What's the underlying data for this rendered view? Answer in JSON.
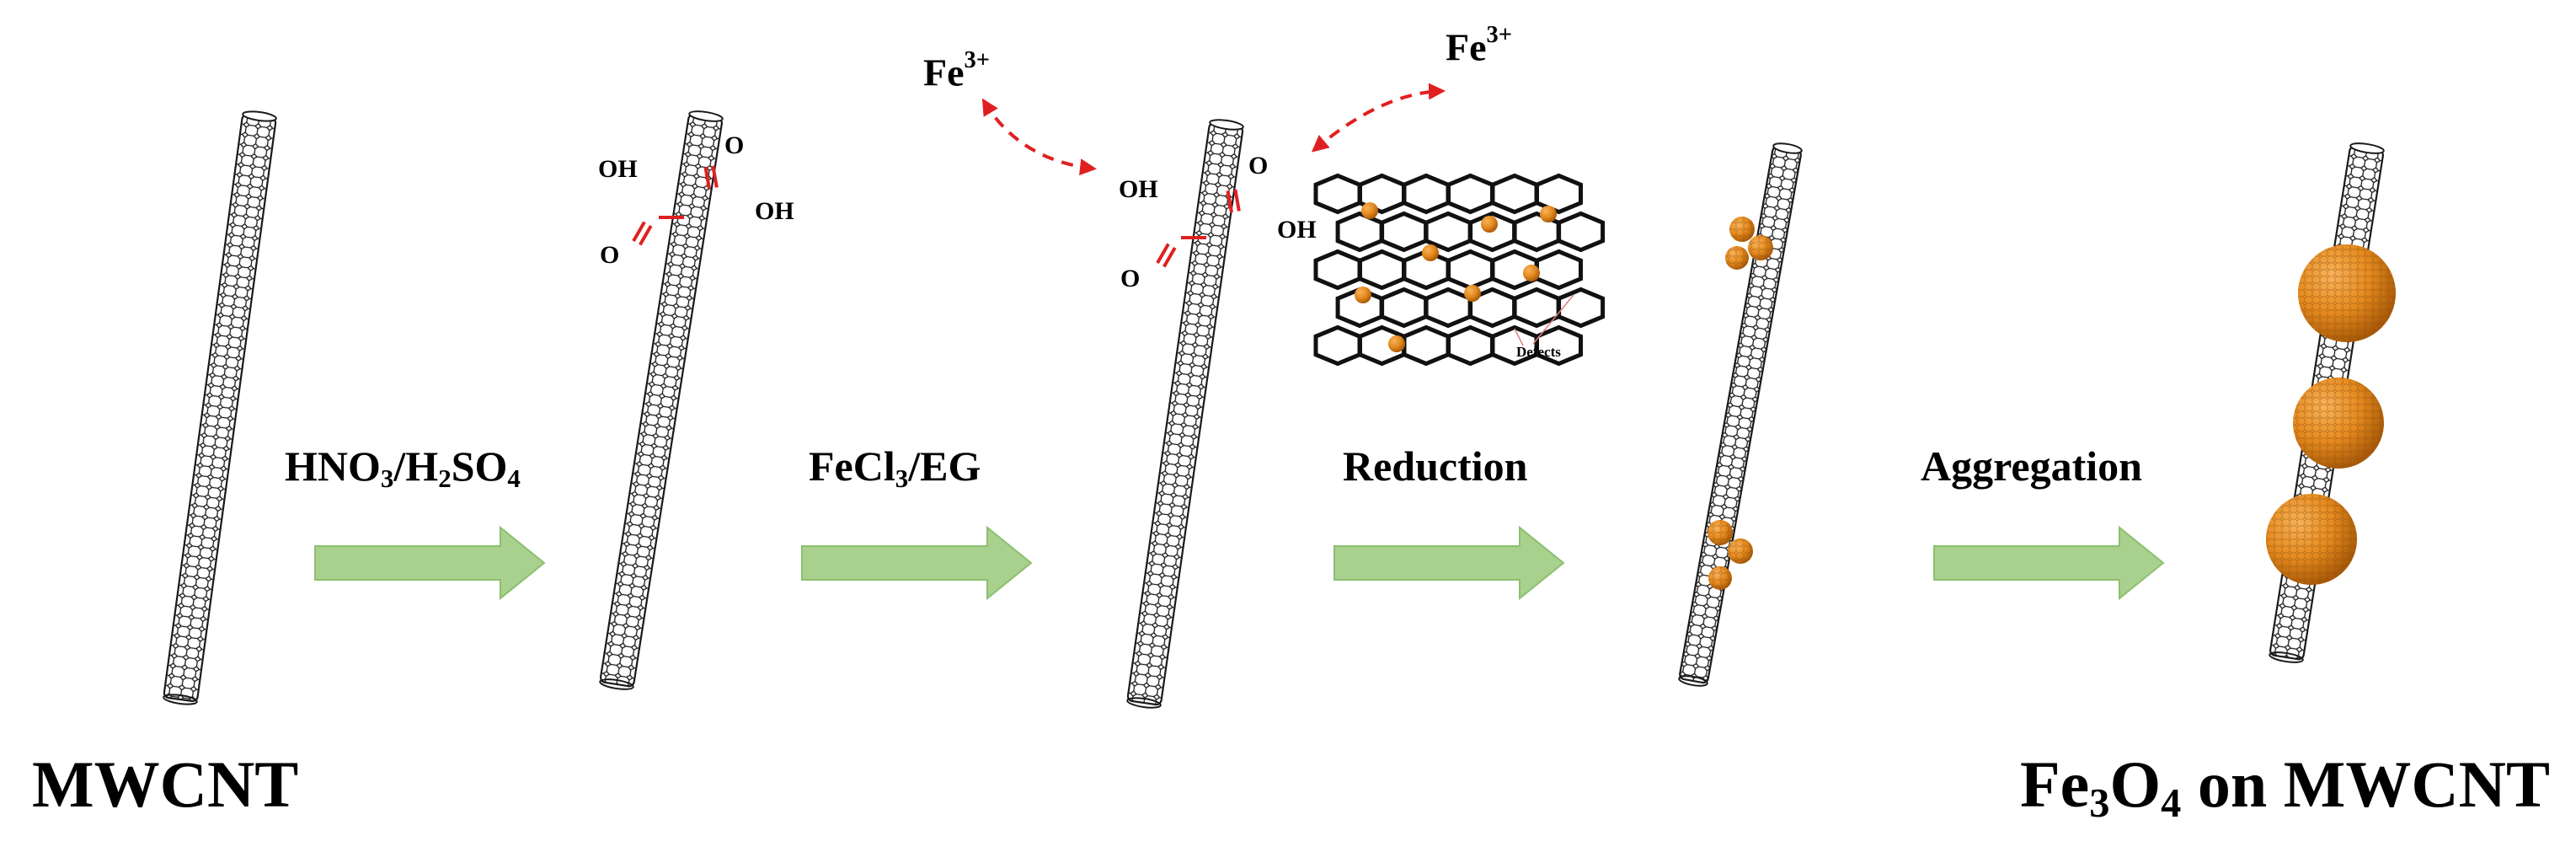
{
  "labels": {
    "start": "MWCNT",
    "end": {
      "a": "Fe",
      "b": "3",
      "c": "O",
      "d": "4",
      "e": " on MWCNT"
    }
  },
  "steps": [
    {
      "parts": [
        "HNO",
        "3",
        "/H",
        "2",
        "SO",
        "4"
      ]
    },
    {
      "parts": [
        "FeCl",
        "3",
        "/EG"
      ]
    },
    {
      "text": "Reduction"
    },
    {
      "text": "Aggregation"
    }
  ],
  "ions": [
    {
      "base": "Fe",
      "sup": "3+"
    },
    {
      "base": "Fe",
      "sup": "3+"
    }
  ],
  "groups": {
    "oh": "OH",
    "o": "O",
    "defects": "Defects"
  },
  "colors": {
    "arrow_fill": "#a9d18e",
    "arrow_stroke": "#8cbf6f",
    "bond_red": "#e02020",
    "ion_arrow": "#e02020",
    "particle": "#e58a1f",
    "particle_dark": "#b8650c",
    "tube": "#1a1a1a"
  }
}
